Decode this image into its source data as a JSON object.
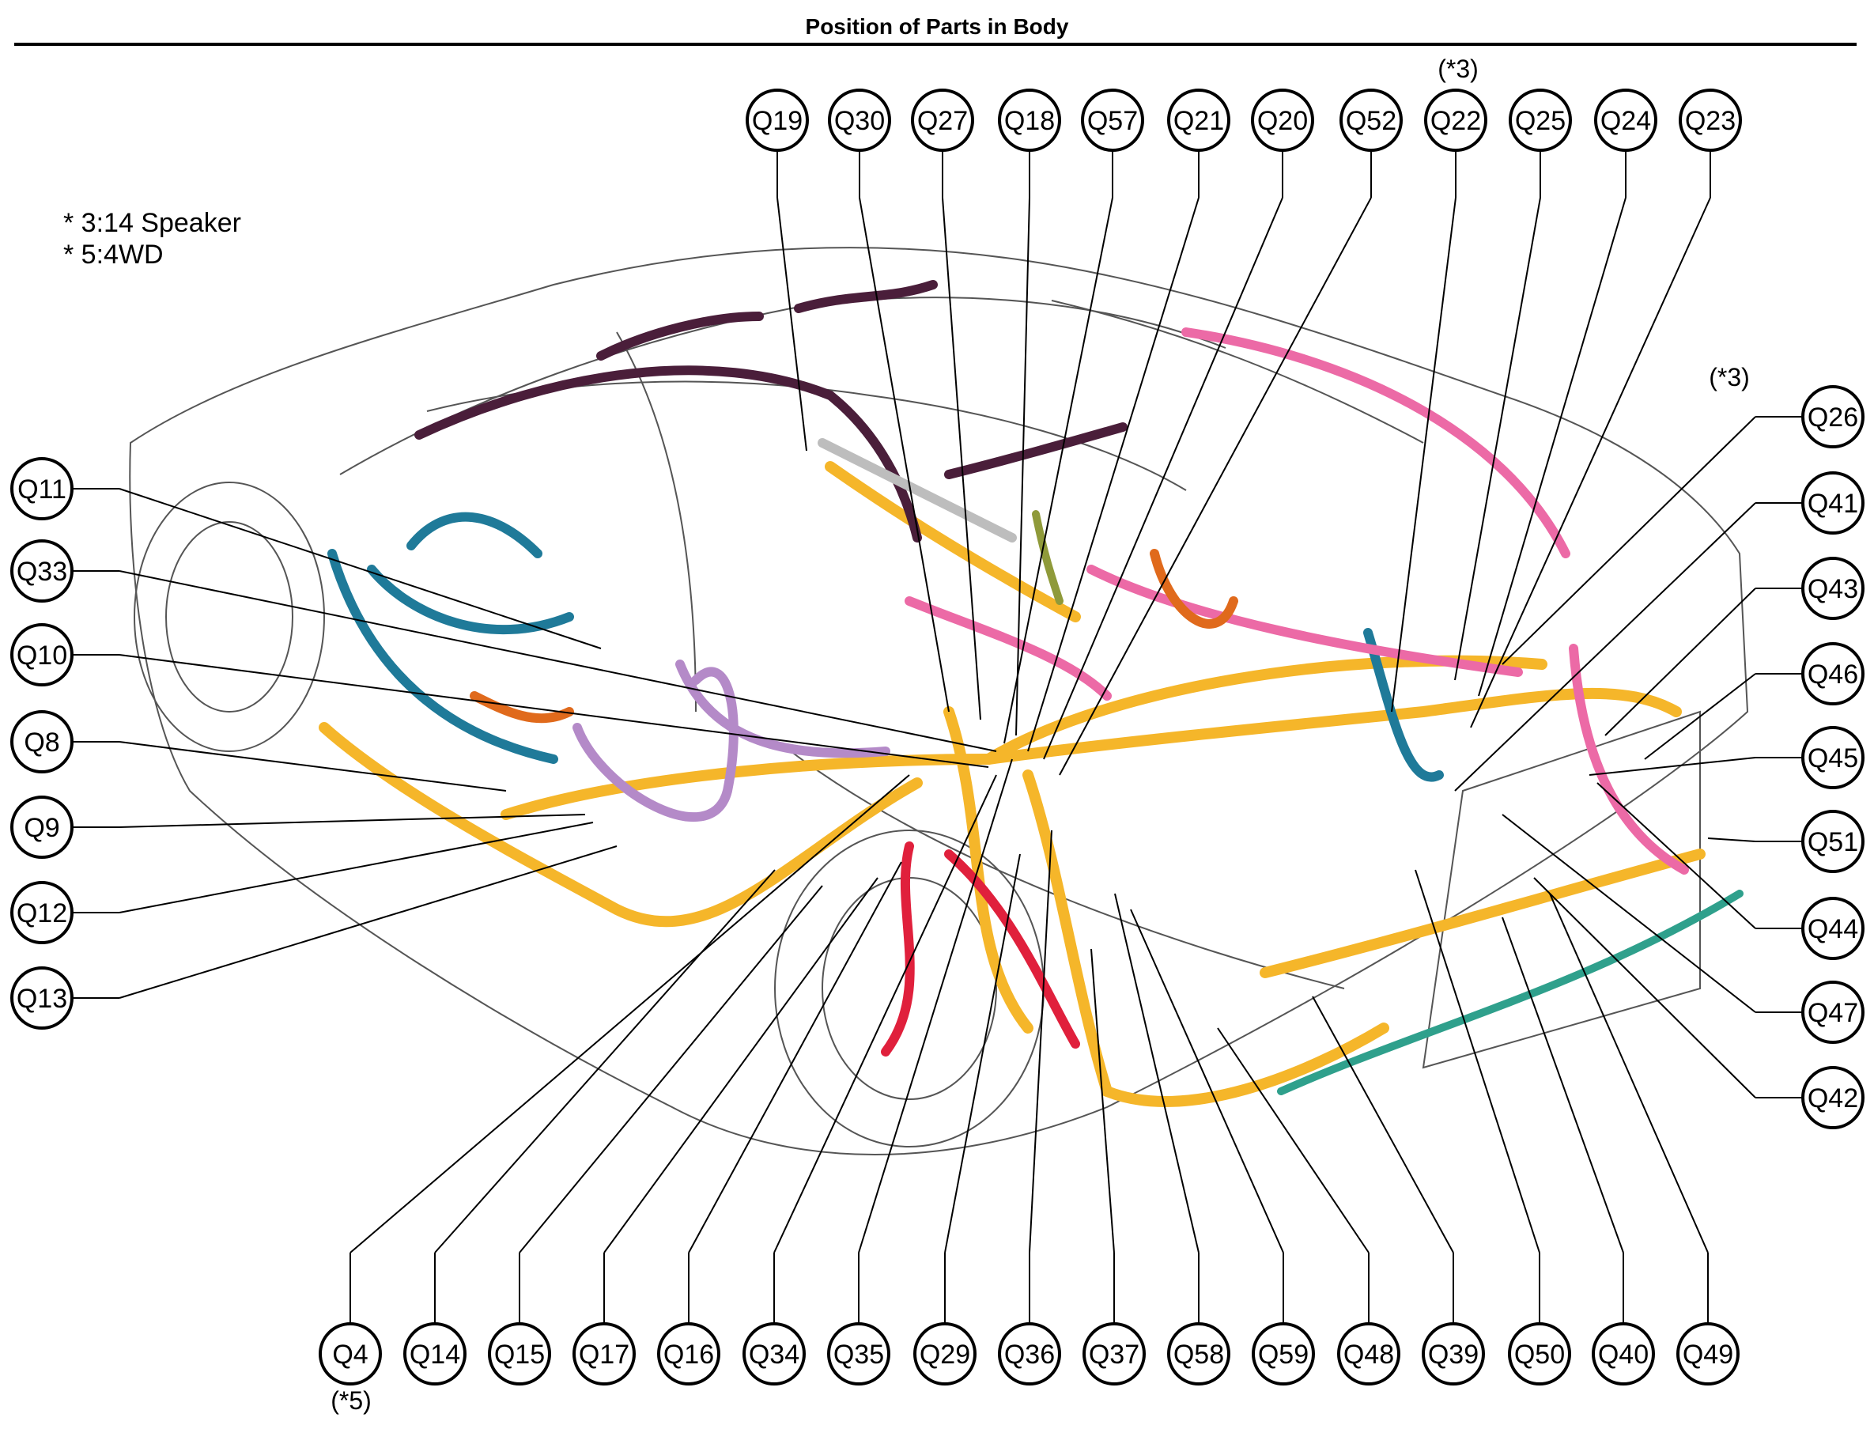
{
  "title": "Position of Parts in Body",
  "legend": [
    "* 3:14 Speaker",
    "* 5:4WD"
  ],
  "callouts": {
    "top": [
      "Q19",
      "Q30",
      "Q27",
      "Q18",
      "Q57",
      "Q21",
      "Q20",
      "Q52",
      "Q22",
      "Q25",
      "Q24",
      "Q23"
    ],
    "left": [
      "Q11",
      "Q33",
      "Q10",
      "Q8",
      "Q9",
      "Q12",
      "Q13"
    ],
    "right": [
      "Q26",
      "Q41",
      "Q43",
      "Q46",
      "Q45",
      "Q51",
      "Q44",
      "Q47",
      "Q42"
    ],
    "bottom": [
      "Q4",
      "Q14",
      "Q15",
      "Q17",
      "Q16",
      "Q34",
      "Q35",
      "Q29",
      "Q36",
      "Q37",
      "Q58",
      "Q59",
      "Q48",
      "Q39",
      "Q50",
      "Q40",
      "Q49"
    ]
  },
  "notes": {
    "q22_note": "(*3)",
    "right_note": "(*3)",
    "q4_note": "(*5)"
  },
  "colors": {
    "yellow_harness": "#f5b62a",
    "blue_harness": "#1f7a99",
    "purple_harness": "#b48ac8",
    "dark_purple_harness": "#4a1e3a",
    "pink_harness": "#ec6aa6",
    "orange_harness": "#e06a1c",
    "red_harness": "#e0203c",
    "teal_harness": "#2fa08c",
    "gray_harness": "#bdbdbd",
    "olive_harness": "#8f9a3a"
  }
}
